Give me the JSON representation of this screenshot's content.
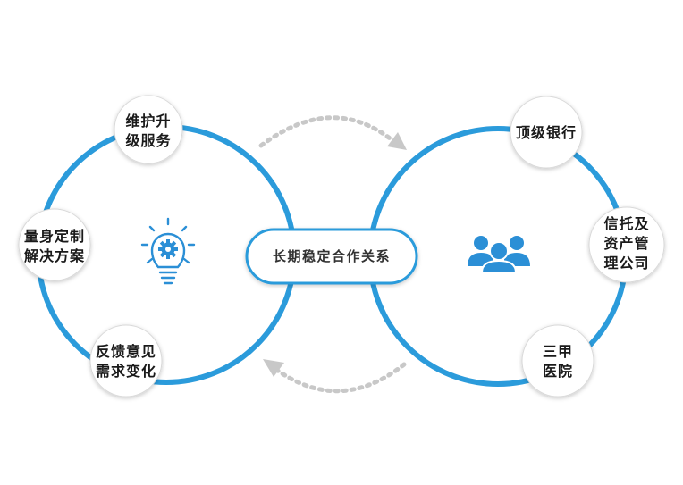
{
  "colors": {
    "ring": "#2b9bdb",
    "icon": "#2b8fd6",
    "arrow": "#c8c8c8",
    "node_border": "#d9d9d9",
    "text": "#1a1a1a"
  },
  "center": {
    "label": "长期稳定合作关系"
  },
  "left_nodes": [
    {
      "line1": "维护升",
      "line2": "级服务"
    },
    {
      "line1": "量身定制",
      "line2": "解决方案"
    },
    {
      "line1": "反馈意见",
      "line2": "需求变化"
    }
  ],
  "right_nodes": [
    {
      "line1": "顶级银行"
    },
    {
      "line1": "信托及",
      "line2": "资产管",
      "line3": "理公司"
    },
    {
      "line1": "三甲",
      "line2": "医院"
    }
  ],
  "icons": {
    "left": "lightbulb-gear-icon",
    "right": "people-group-icon",
    "top_arrow": "dotted-arrow-right-icon",
    "bottom_arrow": "dotted-arrow-left-icon"
  }
}
